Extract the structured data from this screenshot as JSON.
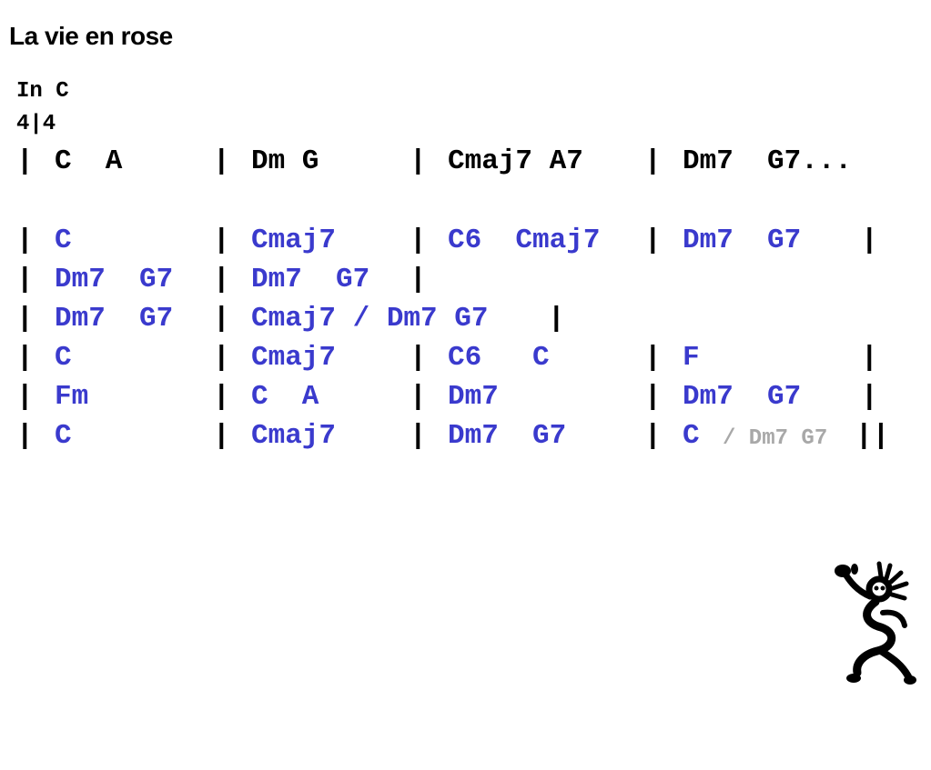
{
  "song": {
    "title": "La vie en rose",
    "key": "In C",
    "time_signature": "4|4"
  },
  "intro_line": {
    "bars": [
      "|",
      "|",
      "|",
      "|"
    ],
    "chords": [
      "C  A",
      "Dm G",
      "Cmaj7 A7",
      "Dm7  G7..."
    ]
  },
  "progression": [
    {
      "bars": [
        "|",
        "|",
        "|",
        "|",
        "|"
      ],
      "chords": [
        "C",
        "Cmaj7",
        "C6  Cmaj7",
        "Dm7  G7"
      ]
    },
    {
      "bars": [
        "|",
        "|",
        "|"
      ],
      "chords": [
        "Dm7  G7",
        "Dm7  G7"
      ]
    },
    {
      "bars": [
        "|",
        "|",
        "|"
      ],
      "chords": [
        "Dm7  G7",
        "Cmaj7 / Dm7 G7"
      ]
    },
    {
      "bars": [
        "|",
        "|",
        "|",
        "|",
        "|"
      ],
      "chords": [
        "C",
        "Cmaj7",
        "C6   C",
        "F"
      ]
    },
    {
      "bars": [
        "|",
        "|",
        "|",
        "|",
        "|"
      ],
      "chords": [
        "Fm",
        "C  A",
        "Dm7",
        "Dm7  G7"
      ]
    },
    {
      "bars": [
        "|",
        "|",
        "|",
        "|",
        "||"
      ],
      "chords": [
        "C",
        "Cmaj7",
        "Dm7  G7",
        "C"
      ],
      "faded_tail": "/ Dm7 G7"
    }
  ],
  "colors": {
    "chord": "#3a3acd",
    "bar": "#000000",
    "faded": "#a8a8a8"
  },
  "logo": {
    "icon": "dancing-figure-icon"
  }
}
